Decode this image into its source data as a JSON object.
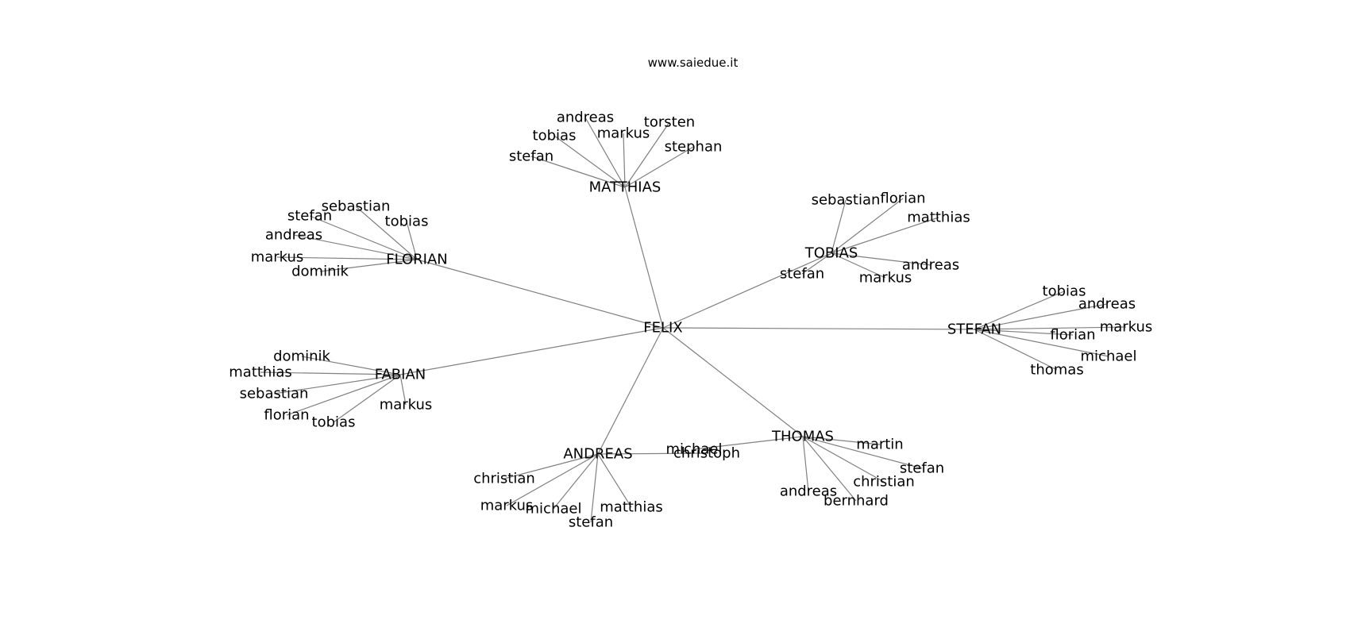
{
  "site": {
    "title": "www.saiedue.it"
  },
  "graph": {
    "center": "FELIX",
    "hubs": [
      {
        "id": "MATTHIAS",
        "label": "MATTHIAS",
        "leaves": [
          "stefan",
          "tobias",
          "andreas",
          "markus",
          "torsten",
          "stephan"
        ]
      },
      {
        "id": "FLORIAN",
        "label": "FLORIAN",
        "leaves": [
          "sebastian",
          "stefan",
          "tobias",
          "andreas",
          "markus",
          "dominik"
        ]
      },
      {
        "id": "TOBIAS",
        "label": "TOBIAS",
        "leaves": [
          "sebastian",
          "florian",
          "matthias",
          "andreas",
          "markus",
          "stefan"
        ]
      },
      {
        "id": "STEFAN",
        "label": "STEFAN",
        "leaves": [
          "tobias",
          "andreas",
          "markus",
          "florian",
          "michael",
          "thomas"
        ]
      },
      {
        "id": "FABIAN",
        "label": "FABIAN",
        "leaves": [
          "dominik",
          "matthias",
          "sebastian",
          "florian",
          "tobias",
          "markus"
        ]
      },
      {
        "id": "ANDREAS",
        "label": "ANDREAS",
        "leaves": [
          "christian",
          "markus",
          "michael",
          "stefan",
          "matthias",
          "christoph"
        ]
      },
      {
        "id": "THOMAS",
        "label": "THOMAS",
        "leaves": [
          "michael",
          "martin",
          "stefan",
          "christian",
          "bernhard",
          "andreas"
        ]
      }
    ]
  }
}
